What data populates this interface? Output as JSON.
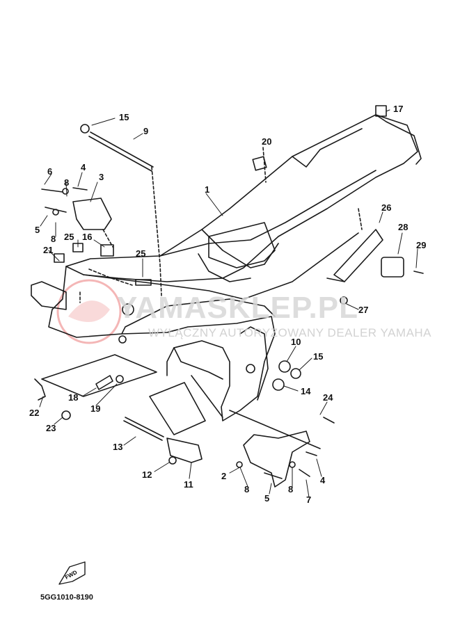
{
  "watermark": {
    "brand": "YAMASKLEP.PL",
    "tagline": "WYŁĄCZNY AUTORYZOWANY DEALER YAMAHA",
    "logo_color": "#e03030"
  },
  "drawing_code": "5GG1010-8190",
  "fwd_label": "FWD",
  "callouts": [
    "1",
    "2",
    "3",
    "4",
    "4",
    "5",
    "5",
    "6",
    "7",
    "8",
    "8",
    "8",
    "9",
    "11",
    "12",
    "13",
    "14",
    "15",
    "15",
    "16",
    "17",
    "18",
    "19",
    "20",
    "21",
    "22",
    "23",
    "24",
    "25",
    "25",
    "26",
    "27",
    "28",
    "29",
    "10"
  ],
  "colors": {
    "line": "#1a1a1a",
    "background": "#ffffff"
  }
}
